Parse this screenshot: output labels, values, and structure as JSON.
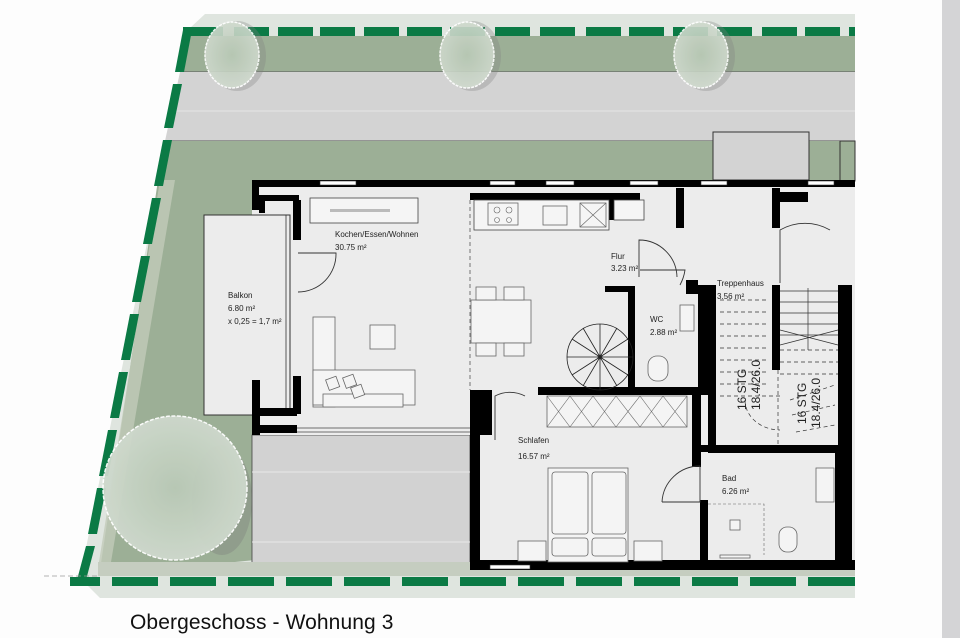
{
  "title": "Obergeschoss - Wohnung 3",
  "colors": {
    "hedge": "#0b7a45",
    "lawn": "#9caf96",
    "paving": "#d3d3d3",
    "interior": "#ececec",
    "wall": "#000000",
    "page_bg": "#fdfdfd",
    "scrollbar": "#d4d4d6"
  },
  "rooms": [
    {
      "id": "balkon",
      "name": "Balkon",
      "area": "6.80 m²",
      "note": "x 0,25 = 1,7 m²"
    },
    {
      "id": "kochen",
      "name": "Kochen/Essen/Wohnen",
      "area": "30.75 m²"
    },
    {
      "id": "flur",
      "name": "Flur",
      "area": "3.23 m²"
    },
    {
      "id": "wc",
      "name": "WC",
      "area": "2.88 m²"
    },
    {
      "id": "treppenhaus",
      "name": "Treppenhaus",
      "area": "3.56 m²"
    },
    {
      "id": "schlafen",
      "name": "Schlafen",
      "area": "16.57 m²"
    },
    {
      "id": "bad",
      "name": "Bad",
      "area": "6.26 m²"
    }
  ],
  "stairs": [
    {
      "line1": "16 STG",
      "line2": "18.4/26.0"
    },
    {
      "line1": "16 STG",
      "line2": "18.4/26.0"
    }
  ]
}
